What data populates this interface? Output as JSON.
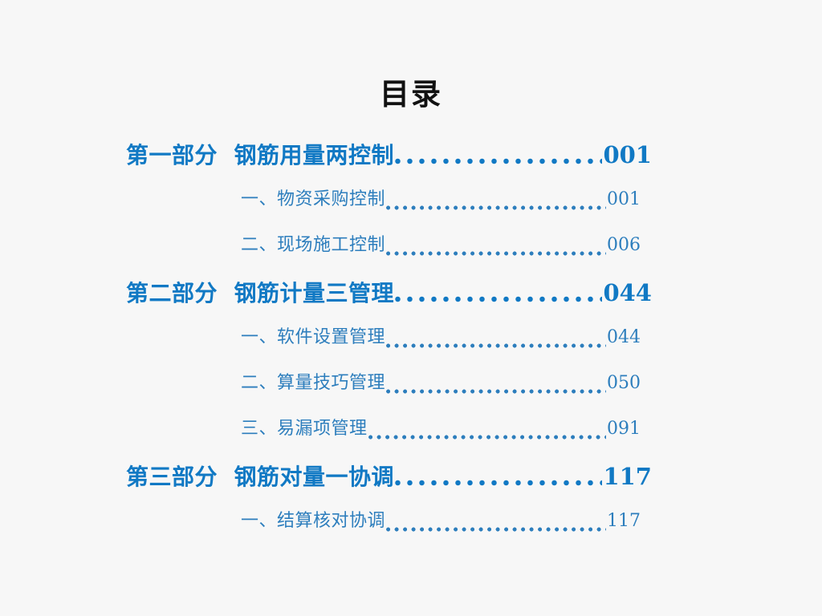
{
  "page": {
    "title": "目录",
    "background_color": "#f7f7f7",
    "title_color": "#111111",
    "level1_color": "#1179c4",
    "level2_color": "#2d7ebd"
  },
  "toc": {
    "entries": [
      {
        "level": 1,
        "label": "第一部分  钢筋用量两控制",
        "page": "001"
      },
      {
        "level": 2,
        "label": "一、物资采购控制",
        "page": "001"
      },
      {
        "level": 2,
        "label": "二、现场施工控制",
        "page": "006"
      },
      {
        "level": 1,
        "label": "第二部分  钢筋计量三管理",
        "page": "044"
      },
      {
        "level": 2,
        "label": "一、软件设置管理",
        "page": "044"
      },
      {
        "level": 2,
        "label": "二、算量技巧管理",
        "page": "050"
      },
      {
        "level": 2,
        "label": "三、易漏项管理",
        "page": "091"
      },
      {
        "level": 1,
        "label": "第三部分  钢筋对量一协调",
        "page": "117"
      },
      {
        "level": 2,
        "label": "一、结算核对协调",
        "page": "117"
      }
    ]
  }
}
